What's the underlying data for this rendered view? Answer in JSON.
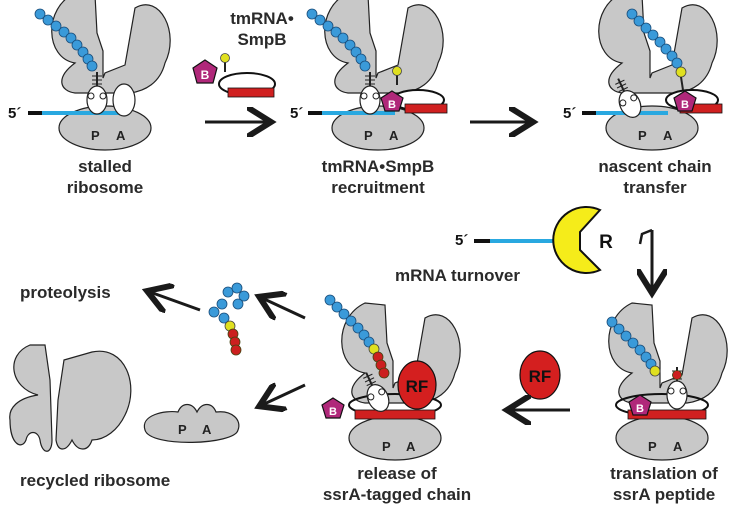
{
  "captions": {
    "stalled_1": "stalled",
    "stalled_2": "ribosome",
    "recruit_1": "tmRNA•SmpB",
    "recruit_2": "recruitment",
    "transfer_1": "nascent chain",
    "transfer_2": "transfer",
    "translation_1": "translation of",
    "translation_2": "ssrA peptide",
    "release_1": "release of",
    "release_2": "ssrA-tagged chain",
    "recycled": "recycled ribosome",
    "proteolysis": "proteolysis",
    "mrna_turnover": "mRNA turnover",
    "tmrna_smpb_1": "tmRNA•",
    "tmrna_smpb_2": "SmpB"
  },
  "labels": {
    "p_site": "P",
    "a_site": "A",
    "five_prime": "5´",
    "smpb": "B",
    "rnase_r": "R",
    "release_factor": "RF"
  },
  "colors": {
    "ribosome": "#c8c8c8",
    "mrna": "#29a8e0",
    "peptide_bead": "#3a9ad9",
    "tag_bead": "#e0e020",
    "ssra_bead": "#cc1f1f",
    "smpb": "#b0287a",
    "tmrna_orf": "#d02020",
    "rnase_r": "#f5ec1a",
    "release_factor": "#d41f1f",
    "arrow": "#1a1a1a"
  }
}
